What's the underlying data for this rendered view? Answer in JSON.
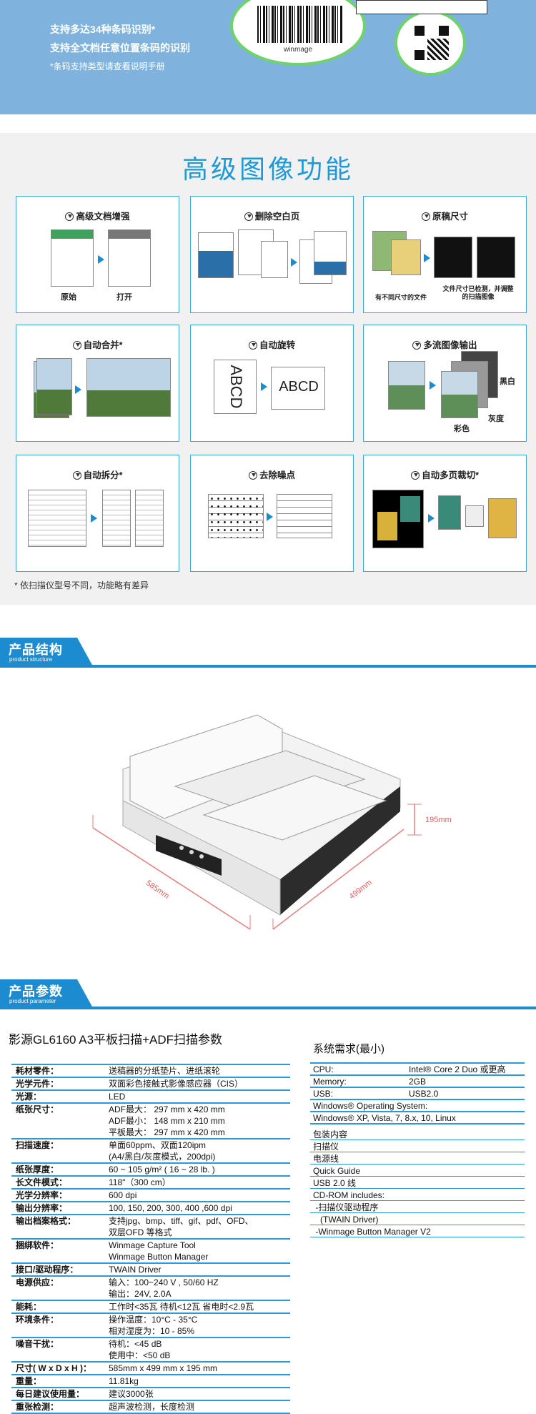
{
  "banner": {
    "line1": "支持多达34种条码识别*",
    "line2": "支持全文档任意位置条码的识别",
    "note": "*条码支持类型请查看说明手册",
    "barcode_text": "winmage"
  },
  "features": {
    "title": "高级图像功能",
    "cards": [
      {
        "title": "高级文档增强",
        "labels": [
          "原始",
          "打开"
        ]
      },
      {
        "title": "删除空白页",
        "labels": []
      },
      {
        "title": "原稿尺寸",
        "labels": [
          "有不同尺寸的文件",
          "文件尺寸已检测，并调整的扫描图像"
        ]
      },
      {
        "title": "自动合并*",
        "labels": []
      },
      {
        "title": "自动旋转",
        "labels": [
          "ABCD",
          "ABCD"
        ]
      },
      {
        "title": "多流图像输出",
        "labels": [
          "黑白",
          "灰度",
          "彩色"
        ]
      },
      {
        "title": "自动拆分*",
        "labels": []
      },
      {
        "title": "去除噪点",
        "labels": []
      },
      {
        "title": "自动多页裁切*",
        "labels": []
      }
    ],
    "note": "* 依扫描仪型号不同，功能略有差异"
  },
  "structure": {
    "cn": "产品结构",
    "en": "product structure",
    "dim_height": "195mm",
    "dim_depth": "585mm",
    "dim_width": "499mm"
  },
  "params": {
    "cn": "产品参数",
    "en": "product parameter",
    "title": "影源GL6160  A3平板扫描+ADF扫描参数",
    "rows": [
      {
        "k": "耗材零件：",
        "v": [
          "送稿器的分纸垫片、进纸滚轮"
        ]
      },
      {
        "k": "光学元件：",
        "v": [
          "双面彩色接触式影像感应器（CIS）"
        ]
      },
      {
        "k": "光源：",
        "v": [
          "LED"
        ]
      },
      {
        "k": "纸张尺寸：",
        "v": [
          "ADF最大：     297 mm x 420 mm",
          "ADF最小：     148 mm x 210 mm",
          "平板最大：     297 mm x 420 mm"
        ]
      },
      {
        "k": "扫描速度：",
        "v": [
          "单面60ppm、双面120ipm",
          "(A4/黑白/灰度模式，200dpi)"
        ]
      },
      {
        "k": "纸张厚度：",
        "v": [
          "60 ~ 105 g/m² ( 16 ~ 28 lb. )"
        ]
      },
      {
        "k": "长文件模式：",
        "v": [
          "118\"（300 cm）"
        ]
      },
      {
        "k": "光学分辨率：",
        "v": [
          "600 dpi"
        ]
      },
      {
        "k": "输出分辨率：",
        "v": [
          "100, 150, 200, 300, 400 ,600 dpi"
        ]
      },
      {
        "k": "输出档案格式：",
        "v": [
          "支持jpg、bmp、tiff、gif、pdf、OFD、",
          "双层OFD 等格式"
        ]
      },
      {
        "k": "捆绑软件：",
        "v": [
          "Winmage Capture Tool",
          "Winmage Button Manager"
        ]
      },
      {
        "k": "接口/驱动程序：",
        "v": [
          "TWAIN Driver"
        ]
      },
      {
        "k": "电源供应：",
        "v": [
          "输入：100~240 V , 50/60 HZ",
          "输出：24V, 2.0A"
        ]
      },
      {
        "k": "能耗：",
        "v": [
          "工作时<35瓦  待机<12瓦  省电时<2.9瓦"
        ]
      },
      {
        "k": "环境条件：",
        "v": [
          "操作温度：10°C - 35°C",
          "相对湿度为：10 - 85%"
        ]
      },
      {
        "k": "噪音干扰：",
        "v": [
          "待机：<45 dB",
          "使用中：<50 dB"
        ]
      },
      {
        "k": "尺寸( W x D x H )：",
        "v": [
          "585mm x 499 mm x 195 mm"
        ]
      },
      {
        "k": "重量：",
        "v": [
          "11.81kg"
        ]
      },
      {
        "k": "每日建议使用量：",
        "v": [
          "建议3000张"
        ]
      },
      {
        "k": "重张检测：",
        "v": [
          "超声波检测，长度检测"
        ]
      }
    ],
    "sys_title": "系统需求(最小)",
    "sys_rows": [
      {
        "k": "CPU:",
        "v": "Intel® Core 2 Duo 或更高"
      },
      {
        "k": "Memory:",
        "v": "2GB"
      },
      {
        "k": "USB:",
        "v": "USB2.0"
      },
      {
        "k": "Windows® Operating System:",
        "v": ""
      },
      {
        "k": "Windows® XP, Vista, 7, 8.x, 10, Linux",
        "v": ""
      }
    ],
    "package": [
      "包装内容",
      "扫描仪",
      "电源线",
      "Quick Guide",
      "USB 2.0 线",
      "CD-ROM includes:",
      " -扫描仪驱动程序",
      "   (TWAIN Driver)",
      " -Winmage Button Manager V2"
    ]
  }
}
